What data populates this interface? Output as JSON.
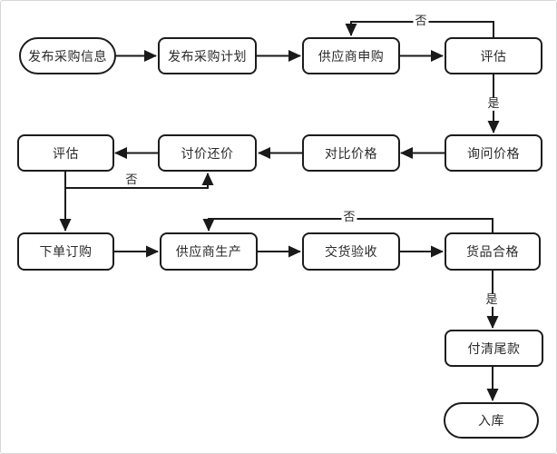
{
  "diagram": {
    "nodes": [
      {
        "id": "publish-info",
        "label": "发布采购信息",
        "shape": "stadium"
      },
      {
        "id": "publish-plan",
        "label": "发布采购计划",
        "shape": "rect"
      },
      {
        "id": "supplier-apply",
        "label": "供应商申购",
        "shape": "rect"
      },
      {
        "id": "evaluate-1",
        "label": "评估",
        "shape": "rect"
      },
      {
        "id": "inquire-price",
        "label": "询问价格",
        "shape": "rect"
      },
      {
        "id": "compare-price",
        "label": "对比价格",
        "shape": "rect"
      },
      {
        "id": "bargain",
        "label": "讨价还价",
        "shape": "rect"
      },
      {
        "id": "evaluate-2",
        "label": "评估",
        "shape": "rect"
      },
      {
        "id": "place-order",
        "label": "下单订购",
        "shape": "rect"
      },
      {
        "id": "supplier-produce",
        "label": "供应商生产",
        "shape": "rect"
      },
      {
        "id": "delivery-accept",
        "label": "交货验收",
        "shape": "rect"
      },
      {
        "id": "goods-qualified",
        "label": "货品合格",
        "shape": "rect"
      },
      {
        "id": "pay-balance",
        "label": "付清尾款",
        "shape": "rect"
      },
      {
        "id": "warehouse",
        "label": "入库",
        "shape": "stadium"
      }
    ],
    "edges": [
      {
        "from": "publish-info",
        "to": "publish-plan",
        "label": ""
      },
      {
        "from": "publish-plan",
        "to": "supplier-apply",
        "label": ""
      },
      {
        "from": "supplier-apply",
        "to": "evaluate-1",
        "label": ""
      },
      {
        "from": "evaluate-1",
        "to": "supplier-apply",
        "label": "否"
      },
      {
        "from": "evaluate-1",
        "to": "inquire-price",
        "label": "是"
      },
      {
        "from": "inquire-price",
        "to": "compare-price",
        "label": ""
      },
      {
        "from": "compare-price",
        "to": "bargain",
        "label": ""
      },
      {
        "from": "bargain",
        "to": "evaluate-2",
        "label": ""
      },
      {
        "from": "evaluate-2",
        "to": "bargain",
        "label": "否"
      },
      {
        "from": "evaluate-2",
        "to": "place-order",
        "label": ""
      },
      {
        "from": "place-order",
        "to": "supplier-produce",
        "label": ""
      },
      {
        "from": "supplier-produce",
        "to": "delivery-accept",
        "label": ""
      },
      {
        "from": "delivery-accept",
        "to": "goods-qualified",
        "label": ""
      },
      {
        "from": "goods-qualified",
        "to": "supplier-produce",
        "label": "否"
      },
      {
        "from": "goods-qualified",
        "to": "pay-balance",
        "label": "是"
      },
      {
        "from": "pay-balance",
        "to": "warehouse",
        "label": ""
      }
    ],
    "colors": {
      "node_border": "#1c1c1c",
      "node_fill": "#ffffff",
      "line": "#1a1a1a",
      "text": "#2a2a2a",
      "background": "#ffffff",
      "frame_border": "#d6d6d6"
    }
  }
}
